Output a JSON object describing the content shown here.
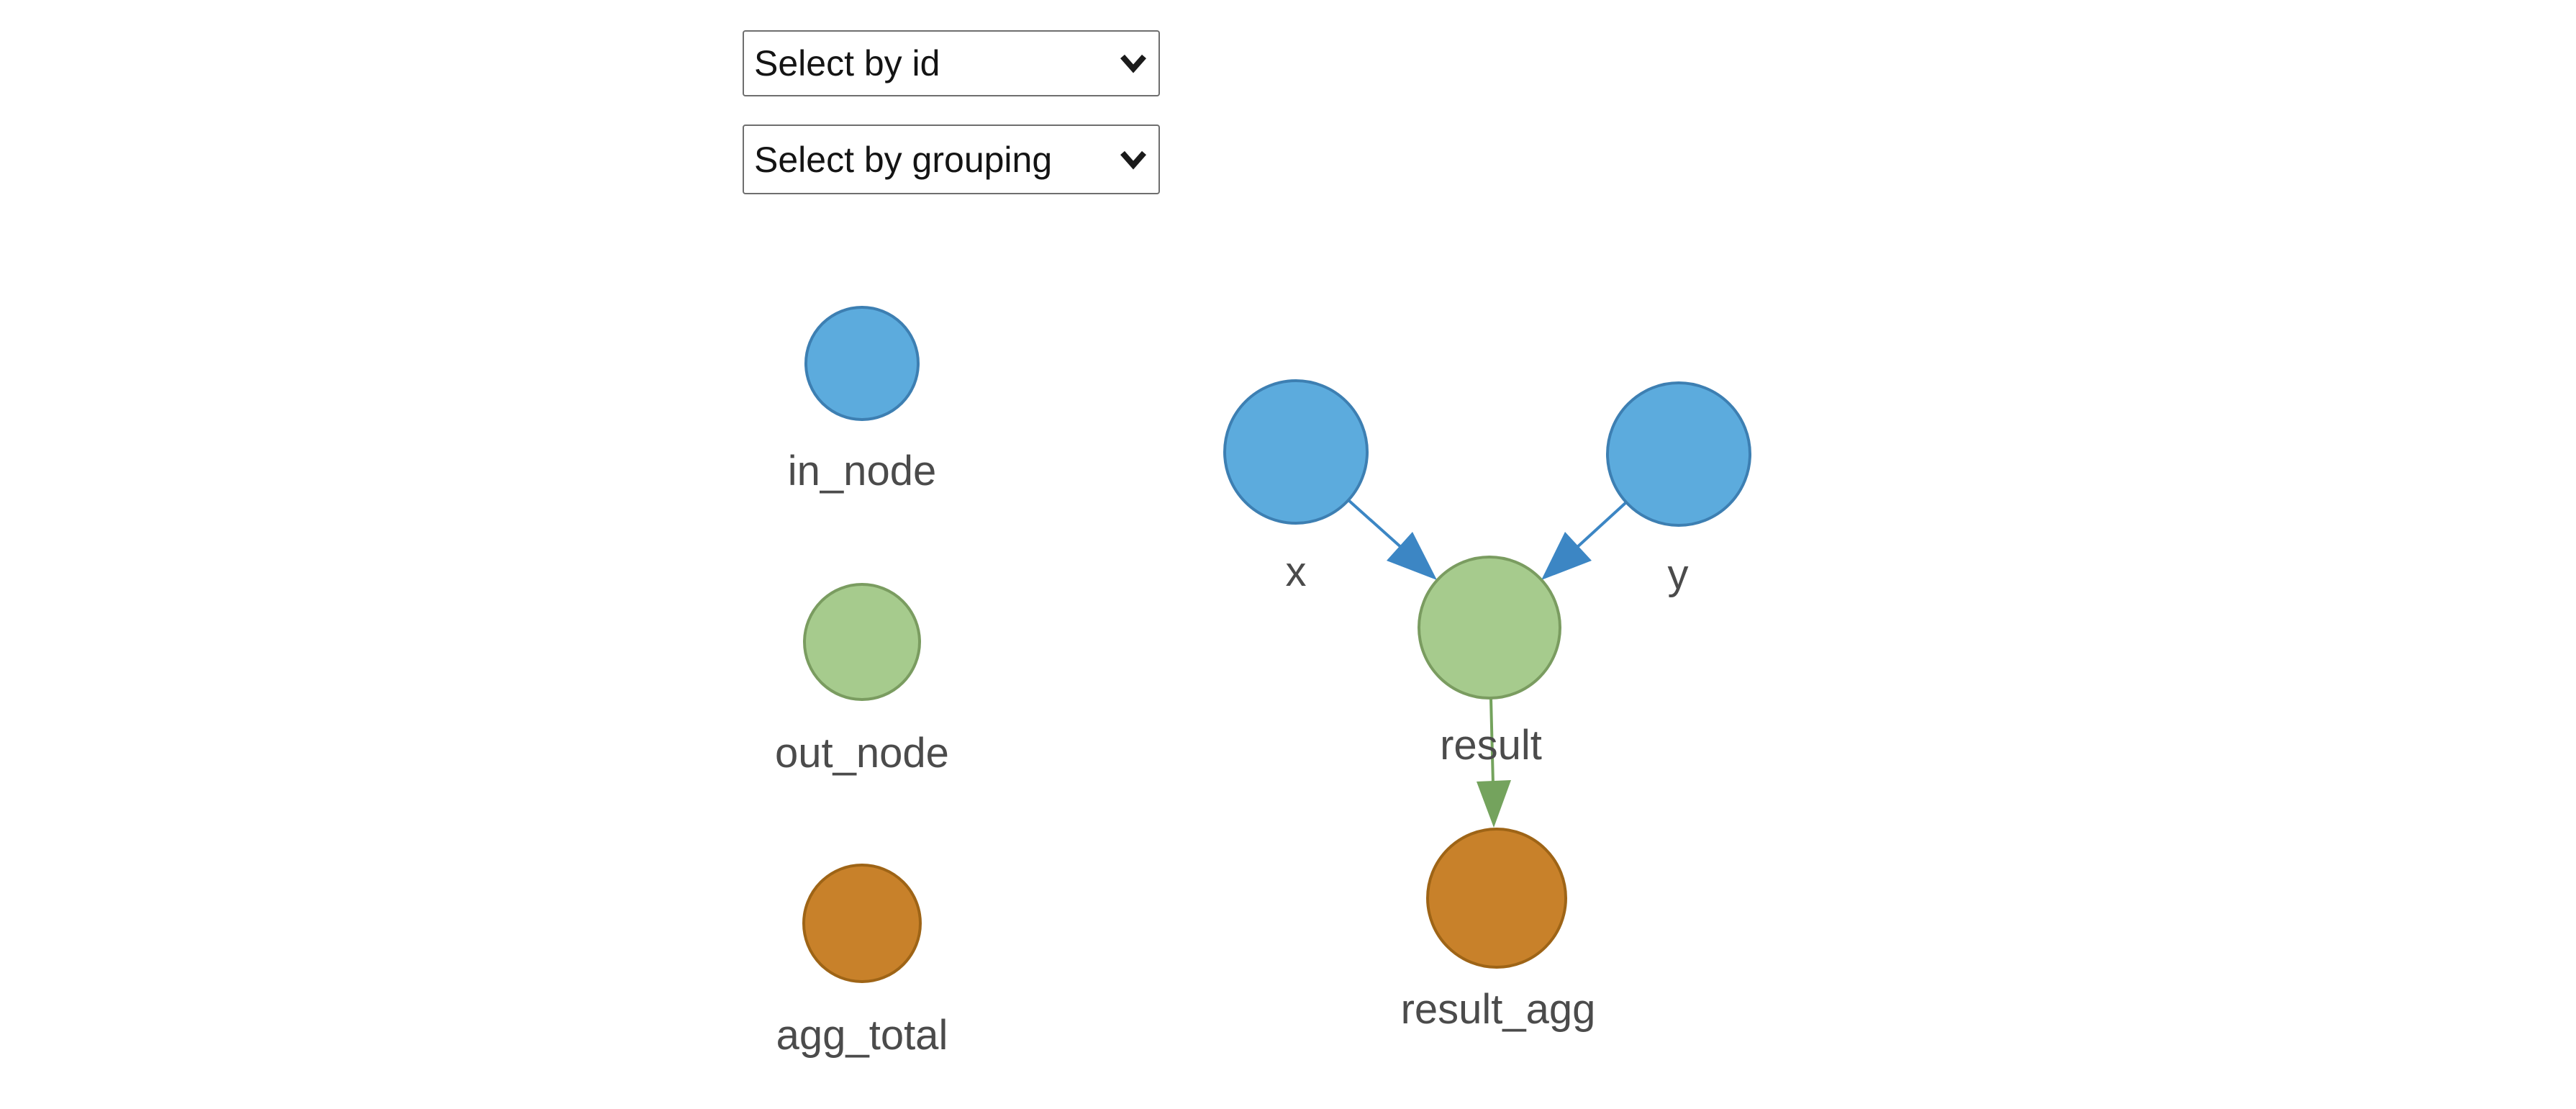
{
  "controls": {
    "select_by_id": {
      "value": "Select by id"
    },
    "select_by_grouping": {
      "value": "Select by grouping"
    }
  },
  "legend": {
    "items": [
      {
        "label": "in_node",
        "fill": "#5cabdd",
        "border": "#3d7fb2"
      },
      {
        "label": "out_node",
        "fill": "#a6cb8d",
        "border": "#7a9c60"
      },
      {
        "label": "agg_total",
        "fill": "#c8812a",
        "border": "#9e6416"
      }
    ]
  },
  "graph": {
    "nodes": [
      {
        "label": "x",
        "group": "in_node"
      },
      {
        "label": "y",
        "group": "in_node"
      },
      {
        "label": "result",
        "group": "out_node"
      },
      {
        "label": "result_agg",
        "group": "agg_total"
      }
    ],
    "edges": [
      {
        "from": "x",
        "to": "result",
        "color": "#3c86c4"
      },
      {
        "from": "y",
        "to": "result",
        "color": "#3c86c4"
      },
      {
        "from": "result",
        "to": "result_agg",
        "color": "#74a35d"
      }
    ]
  },
  "colors": {
    "background": "#ffffff",
    "label_text": "#4b4b4b",
    "select_border": "#6e6e6e",
    "select_text": "#141414",
    "in_fill": "#5cabdd",
    "in_border": "#3d7fb2",
    "out_fill": "#a6cb8d",
    "out_border": "#7a9c60",
    "agg_fill": "#c8812a",
    "agg_border": "#9e6416",
    "edge_blue": "#3c86c4",
    "edge_green": "#74a35d"
  }
}
